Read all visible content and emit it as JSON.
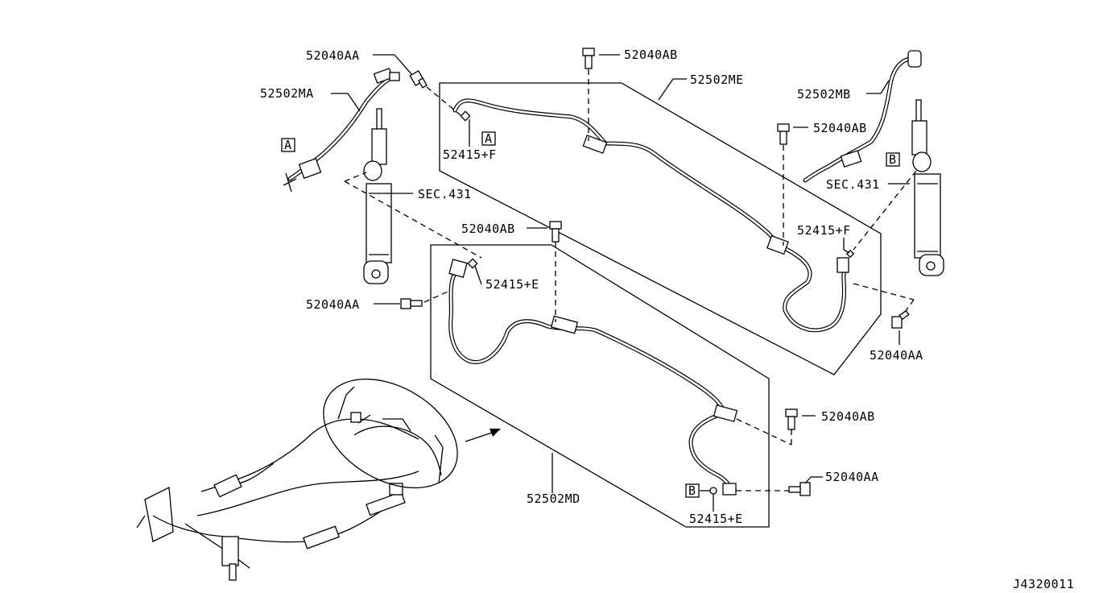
{
  "diagram_id": "J4320011",
  "callouts": {
    "bolt_aa_top": "52040AA",
    "bolt_ab_top": "52040AB",
    "hose_ma": "52502MA",
    "hose_me": "52502ME",
    "hose_mb": "52502MB",
    "bolt_ab_right": "52040AB",
    "sec_left": "SEC.431",
    "sec_right": "SEC.431",
    "clip_f_left": "52415+F",
    "clip_f_right": "52415+F",
    "bolt_ab_mid": "52040AB",
    "clip_e_upper": "52415+E",
    "bolt_aa_left": "52040AA",
    "bolt_aa_right": "52040AA",
    "bolt_ab_lower": "52040AB",
    "bolt_aa_lower": "52040AA",
    "hose_md": "52502MD",
    "clip_e_lower": "52415+E"
  },
  "ref_marks": {
    "a_left": "A",
    "a_mid": "A",
    "b_right": "B",
    "b_lower": "B"
  }
}
